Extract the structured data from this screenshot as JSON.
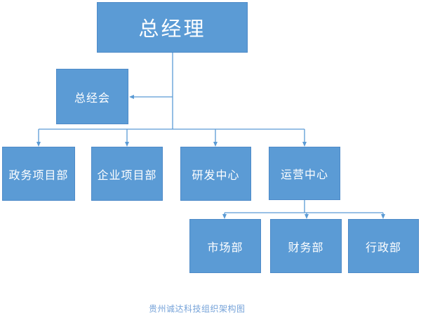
{
  "caption": "贵州诚达科技组织架构图",
  "colors": {
    "node_fill": "#5B9BD5",
    "node_border": "#4E8AC8",
    "node_text": "#FFFFFF",
    "connector": "#5B9BD5",
    "caption_text": "#76A3D9",
    "background": "#FFFFFF"
  },
  "nodes": {
    "gm": {
      "label": "总经理"
    },
    "council": {
      "label": "总经会"
    },
    "gov": {
      "label": "政务项目部"
    },
    "ent": {
      "label": "企业项目部"
    },
    "rd": {
      "label": "研发中心"
    },
    "ops": {
      "label": "运营中心"
    },
    "market": {
      "label": "市场部"
    },
    "finance": {
      "label": "财务部"
    },
    "admin": {
      "label": "行政部"
    }
  },
  "hierarchy": [
    {
      "parent": "总经理",
      "children": [
        "政务项目部",
        "企业项目部",
        "研发中心",
        "运营中心"
      ],
      "type": "reports"
    },
    {
      "parent": "总经理",
      "children": [
        "总经会"
      ],
      "type": "staff-side-link"
    },
    {
      "parent": "运营中心",
      "children": [
        "市场部",
        "财务部",
        "行政部"
      ],
      "type": "reports"
    }
  ]
}
